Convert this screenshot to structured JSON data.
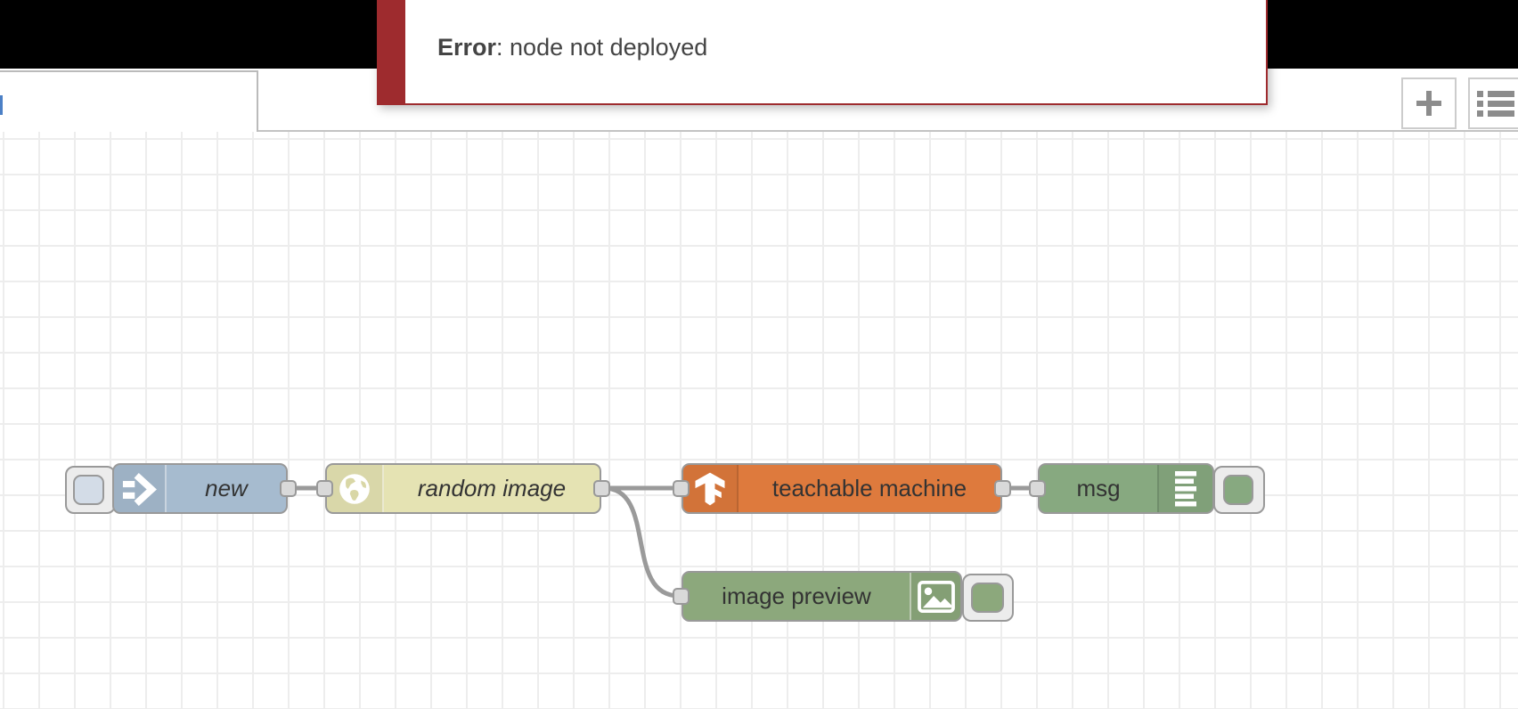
{
  "notification": {
    "title": "Error",
    "message": ": node not deployed"
  },
  "workspace": {
    "active_tab_label": "",
    "buttons": [
      {
        "name": "add-flow",
        "icon": "plus-icon"
      },
      {
        "name": "flow-list",
        "icon": "list-icon"
      }
    ]
  },
  "nodes": [
    {
      "label": "new",
      "color": "#a6bbcf",
      "icon": "inject-arrow-icon",
      "label_style": "italic",
      "inputs": 0,
      "outputs": 1,
      "side_button": "inject-button"
    },
    {
      "label": "random image",
      "color": "#e5e3b3",
      "icon": "globe-icon",
      "label_style": "italic",
      "inputs": 1,
      "outputs": 1
    },
    {
      "label": "teachable machine",
      "color": "#de7a3d",
      "icon": "tensorflow-icon",
      "label_style": "normal",
      "inputs": 1,
      "outputs": 1
    },
    {
      "label": "msg",
      "color": "#87a980",
      "icon": "debug-lines-icon",
      "label_style": "normal",
      "inputs": 1,
      "outputs": 0,
      "side_button": "debug-toggle-button"
    },
    {
      "label": "image preview",
      "color": "#8ca87c",
      "icon": "image-icon",
      "label_style": "normal",
      "inputs": 1,
      "outputs": 0,
      "side_button": "preview-toggle-button"
    }
  ],
  "wires": [
    {
      "from": "new",
      "to": "random image"
    },
    {
      "from": "random image",
      "to": "teachable machine"
    },
    {
      "from": "random image",
      "to": "image preview"
    },
    {
      "from": "teachable machine",
      "to": "msg"
    }
  ],
  "colors": {
    "header": "#000000",
    "error_red": "#9e2b2e",
    "grid_line": "#ededed",
    "node_border": "#999999",
    "wire": "#9a9a9a",
    "port_fill": "#d9d9d9",
    "tab_border": "#bbbbbb",
    "tab_caret": "#4c80c6",
    "icon_gray": "#8c8c8c"
  }
}
